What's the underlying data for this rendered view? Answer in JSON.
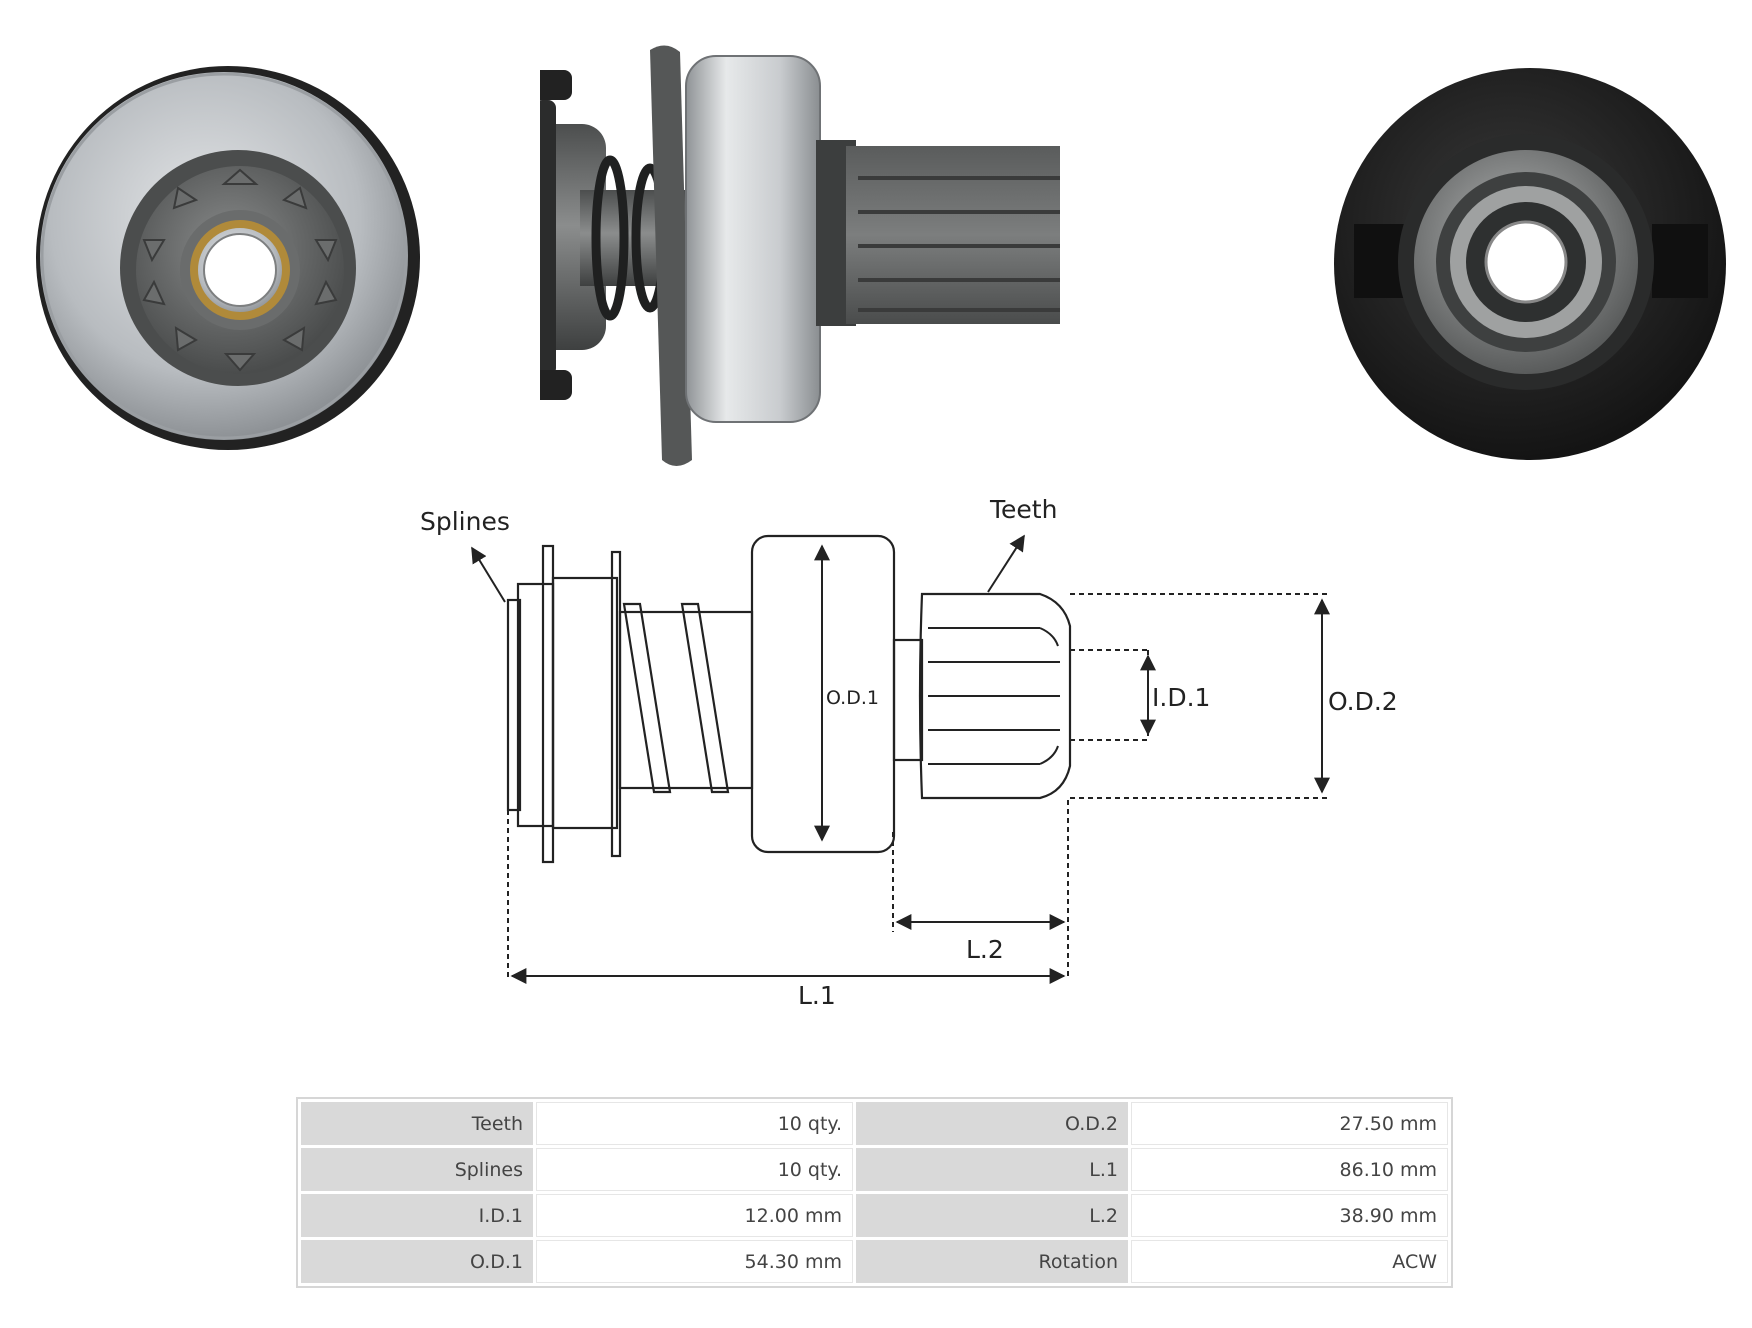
{
  "diagram": {
    "labels": {
      "splines": "Splines",
      "teeth": "Teeth",
      "od1": "O.D.1",
      "id1": "I.D.1",
      "od2": "O.D.2",
      "l2": "L.2",
      "l1": "L.1"
    }
  },
  "specs": {
    "rows": [
      {
        "k1": "Teeth",
        "v1": "10 qty.",
        "k2": "O.D.2",
        "v2": "27.50 mm"
      },
      {
        "k1": "Splines",
        "v1": "10 qty.",
        "k2": "L.1",
        "v2": "86.10 mm"
      },
      {
        "k1": "I.D.1",
        "v1": "12.00 mm",
        "k2": "L.2",
        "v2": "38.90 mm"
      },
      {
        "k1": "O.D.1",
        "v1": "54.30 mm",
        "k2": "Rotation",
        "v2": "ACW"
      }
    ]
  },
  "colors": {
    "metal_light": "#c9cccf",
    "metal_dark": "#5d5f5f",
    "rubber": "#1c1c1c",
    "brass": "#b08a3a"
  }
}
